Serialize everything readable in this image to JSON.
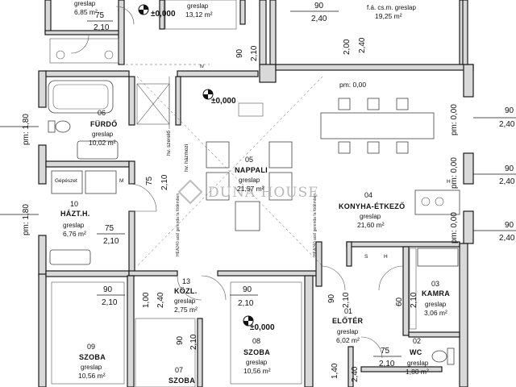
{
  "rooms": {
    "top_left": {
      "floor": "greslap",
      "area": "6,85 m²"
    },
    "top_center": {
      "floor": "greslap",
      "area": "13,12 m²"
    },
    "top_right": {
      "floor": "f.á. cs.m. greslap",
      "area": "19,25 m²"
    },
    "r06": {
      "number": "06",
      "name": "FÜRDŐ",
      "floor": "greslap",
      "area": "10,02 m²"
    },
    "r10": {
      "number": "10",
      "name": "HÁZT.H.",
      "floor": "greslap",
      "area": "6,76 m²"
    },
    "r05": {
      "number": "05",
      "name": "NAPPALI",
      "floor": "greslap",
      "area": "21,57 m²"
    },
    "r04": {
      "number": "04",
      "name": "KONYHA-ÉTKEZŐ",
      "floor": "greslap",
      "area": "21,60 m²"
    },
    "r13": {
      "number": "13",
      "name": "KÖZL.",
      "floor": "greslap",
      "area": "2,75 m²"
    },
    "r03": {
      "number": "03",
      "name": "KAMRA",
      "floor": "greslap",
      "area": "3,06 m²"
    },
    "r01": {
      "number": "01",
      "name": "ELŐTÉR",
      "floor": "greslap",
      "area": "6,02 m²"
    },
    "r09": {
      "number": "09",
      "name": "SZOBA",
      "floor": "greslap",
      "area": "10,56 m²"
    },
    "r08": {
      "number": "08",
      "name": "SZOBA",
      "floor": "greslap",
      "area": "10,56 m²"
    },
    "r07": {
      "number": "07",
      "name": "SZOBA"
    },
    "r02": {
      "number": "02",
      "name": "WC",
      "floor": "greslap",
      "area": "1,80 m²"
    }
  },
  "levels": {
    "zero_plus": "±0,000",
    "pm_center": "pm: 0,00",
    "pm_right": "pm: 0,00",
    "pm_left": "pm: 1,80"
  },
  "dims": {
    "d75": "75",
    "d90": "90",
    "d60": "60",
    "d100": "1,00",
    "d140": "1,40",
    "d210": "2,10",
    "d240": "2,40",
    "d200": "2,00"
  },
  "notes": {
    "tv": "tv",
    "hv_szerelo": "hv. szerelő",
    "hv_hazmozi": "hv. házmozi",
    "geneszet": "Gépészet",
    "m": "M",
    "h": "H",
    "s": "S",
    "beam_left": "HEA240 acél gerenda fa födémben",
    "beam_right": "HEA240 acél gerenda fa födémben"
  },
  "watermark": "DUNA HOUSE",
  "colors": {
    "wall_fill": "#d9d9d9",
    "line": "#1a1a1a",
    "watermark": "#b8b8b8"
  }
}
